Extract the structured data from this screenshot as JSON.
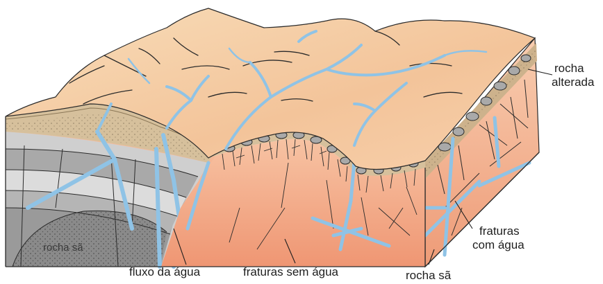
{
  "labels": {
    "rocha_alterada_1": "rocha",
    "rocha_alterada_2": "alterada",
    "rocha_sa_inner": "rocha sã",
    "fluxo": "fluxo da água",
    "fraturas_sem": "fraturas sem água",
    "rocha_sa_bottom": "rocha sã",
    "fraturas_com_1": "fraturas",
    "fraturas_com_2": "com água"
  },
  "colors": {
    "surface": "#f5cba0",
    "surface_light": "#f8dab8",
    "weathered": "#c9b08a",
    "weathered_light": "#e2d3b4",
    "rock_pink": "#f2a784",
    "rock_pink_light": "#f9cfb4",
    "rock_gray": "#b9b9b9",
    "rock_gray_dark": "#8d8d8d",
    "rock_gray_light": "#d9d9d9",
    "water": "#8fc3e6",
    "line": "#2a2a2a"
  }
}
